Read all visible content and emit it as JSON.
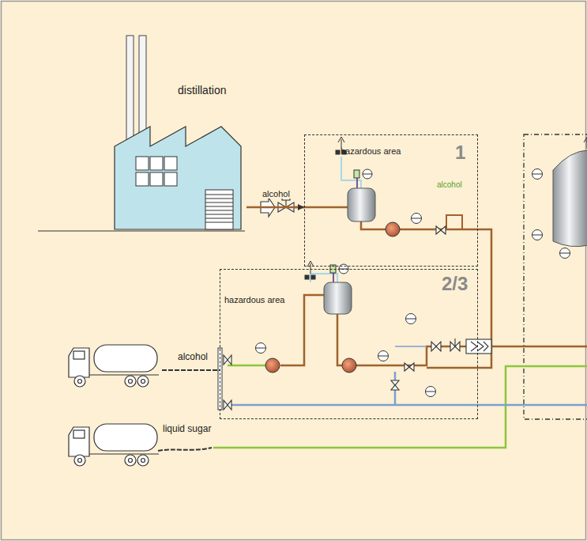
{
  "diagram": {
    "nodes": [
      {
        "text": [
          "distillation"
        ]
      },
      {
        "text": [
          "hazardous area",
          "1"
        ]
      },
      {
        "text": [
          "hazardous area",
          "2/3"
        ]
      },
      {
        "text": [
          "alcohol"
        ]
      },
      {
        "text": [
          "liquid sugar"
        ]
      }
    ],
    "edges": [
      {
        "from": 0,
        "to": 1,
        "arrow": "to",
        "label": "alcohol"
      },
      {
        "from": 3,
        "to": 2,
        "arrow": "none"
      }
    ],
    "labels": [
      "alcohol"
    ]
  }
}
